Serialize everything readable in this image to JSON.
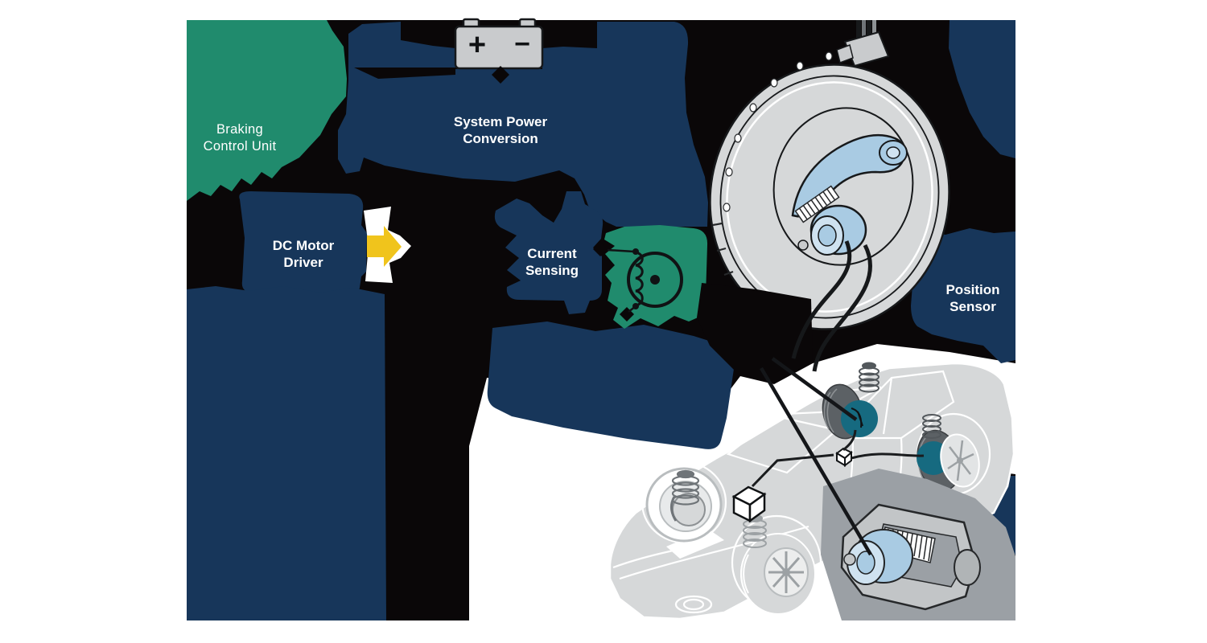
{
  "palette": {
    "navy": "#17365a",
    "green": "#208b6d",
    "backdrop": "#0a0708",
    "yellow": "#f0c41c",
    "battery_gray": "#c9cbcd",
    "car_gray": "#d6d8d9",
    "tire_gray": "#5c6165",
    "shadow_gray": "#9ba0a5",
    "caliper_blue": "#a9cbe3",
    "caliper_blue_light": "#cfe2f0",
    "hub_teal": "#166a80",
    "ink": "#17191b",
    "label_white": "#ffffff"
  },
  "blocks": {
    "braking_control_unit": {
      "line1": "Braking",
      "line2": "Control Unit"
    },
    "system_power_conversion": {
      "line1": "System Power",
      "line2": "Conversion"
    },
    "dc_motor_driver": {
      "line1": "DC Motor",
      "line2": "Driver"
    },
    "current_sensing": {
      "line1": "Current",
      "line2": "Sensing"
    },
    "position_sensor": {
      "line1": "Position",
      "line2": "Sensor"
    }
  },
  "battery_icon": {
    "plus": "+",
    "minus": "−"
  }
}
